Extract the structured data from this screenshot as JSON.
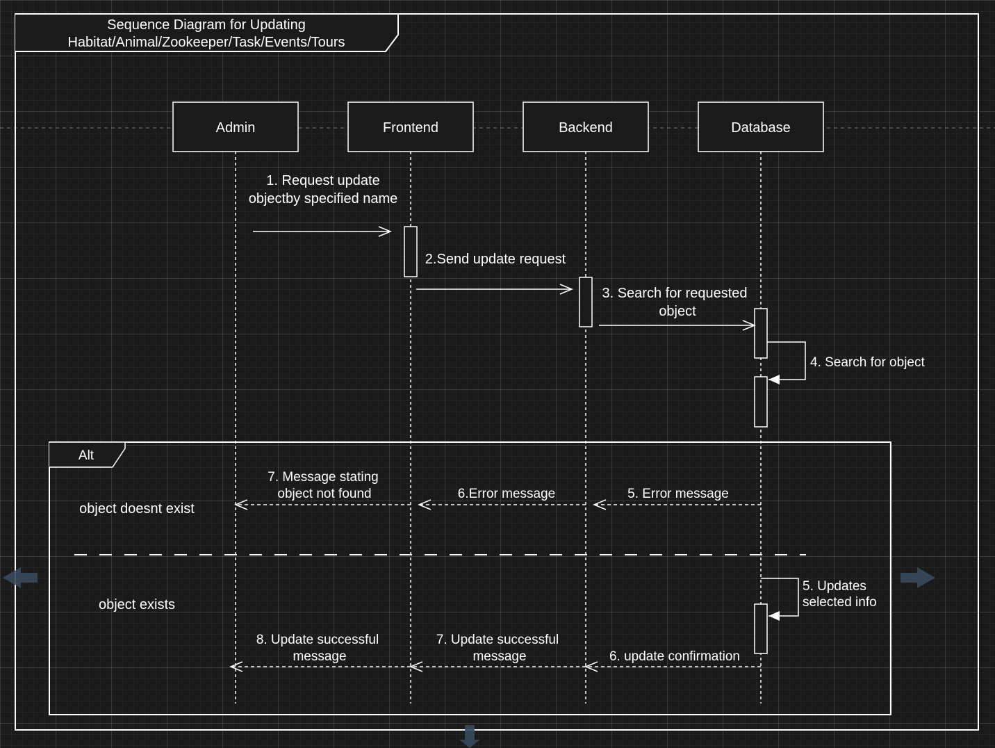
{
  "frame": {
    "title_line1": "Sequence Diagram for Updating",
    "title_line2": "Habitat/Animal/Zookeeper/Task/Events/Tours"
  },
  "participants": [
    "Admin",
    "Frontend",
    "Backend",
    "Database"
  ],
  "messages": {
    "m1_line1": "1. Request update",
    "m1_line2": "objectby specified name",
    "m2": "2.Send update request",
    "m3_line1": "3. Search for requested",
    "m3_line2": "object",
    "m4": "4. Search for object"
  },
  "alt": {
    "label": "Alt",
    "guard_not_found": "object doesnt exist",
    "guard_exists": "object exists",
    "not_found": {
      "m5": "5. Error message",
      "m6": "6.Error message",
      "m7_line1": "7. Message stating",
      "m7_line2": "object not found"
    },
    "exists": {
      "m5_line1": "5. Updates",
      "m5_line2": "selected info",
      "m6": "6. update confirmation",
      "m7_line1": "7. Update successful",
      "m7_line2": "message",
      "m8_line1": "8. Update successful",
      "m8_line2": "message"
    }
  },
  "colors": {
    "background": "#1a1a1a",
    "stroke": "#ffffff",
    "nav_arrow": "#3a4a5c"
  },
  "icons": [
    "nav-left-arrow-icon",
    "nav-right-arrow-icon",
    "nav-down-arrow-icon"
  ]
}
